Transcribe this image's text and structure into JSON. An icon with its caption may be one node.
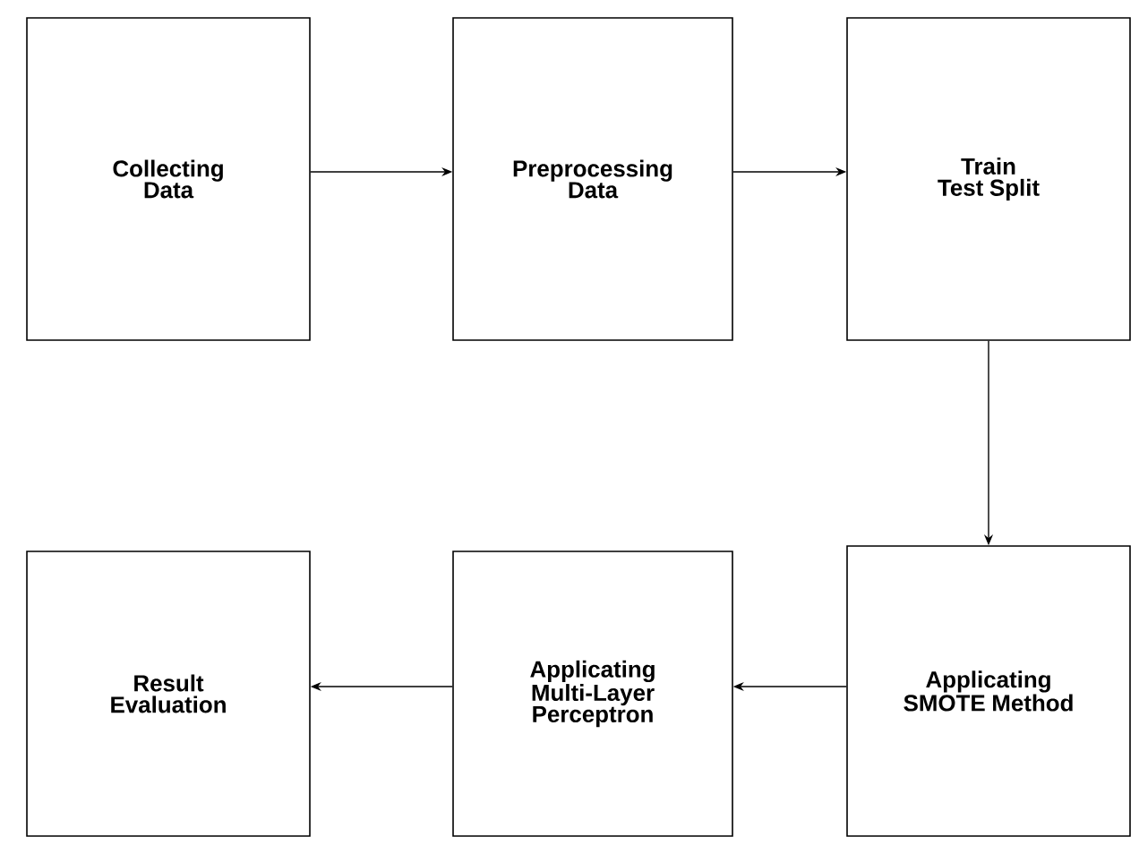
{
  "diagram": {
    "nodes": [
      {
        "text": [
          "Collecting Data"
        ]
      },
      {
        "text": [
          "Preprocessing Data"
        ]
      },
      {
        "text": [
          "Train Test Split"
        ]
      },
      {
        "text": [
          "Result Evaluation"
        ]
      },
      {
        "text": [
          "Applicating Multi-Layer Perceptron"
        ]
      },
      {
        "text": [
          "Applicating SMOTE Method"
        ]
      }
    ],
    "edges": [
      {
        "from": 0,
        "to": 1,
        "arrow": "to"
      },
      {
        "from": 1,
        "to": 2,
        "arrow": "to"
      },
      {
        "from": 2,
        "to": 5,
        "arrow": "to"
      },
      {
        "from": 5,
        "to": 4,
        "arrow": "to"
      },
      {
        "from": 4,
        "to": 3,
        "arrow": "to"
      }
    ]
  }
}
